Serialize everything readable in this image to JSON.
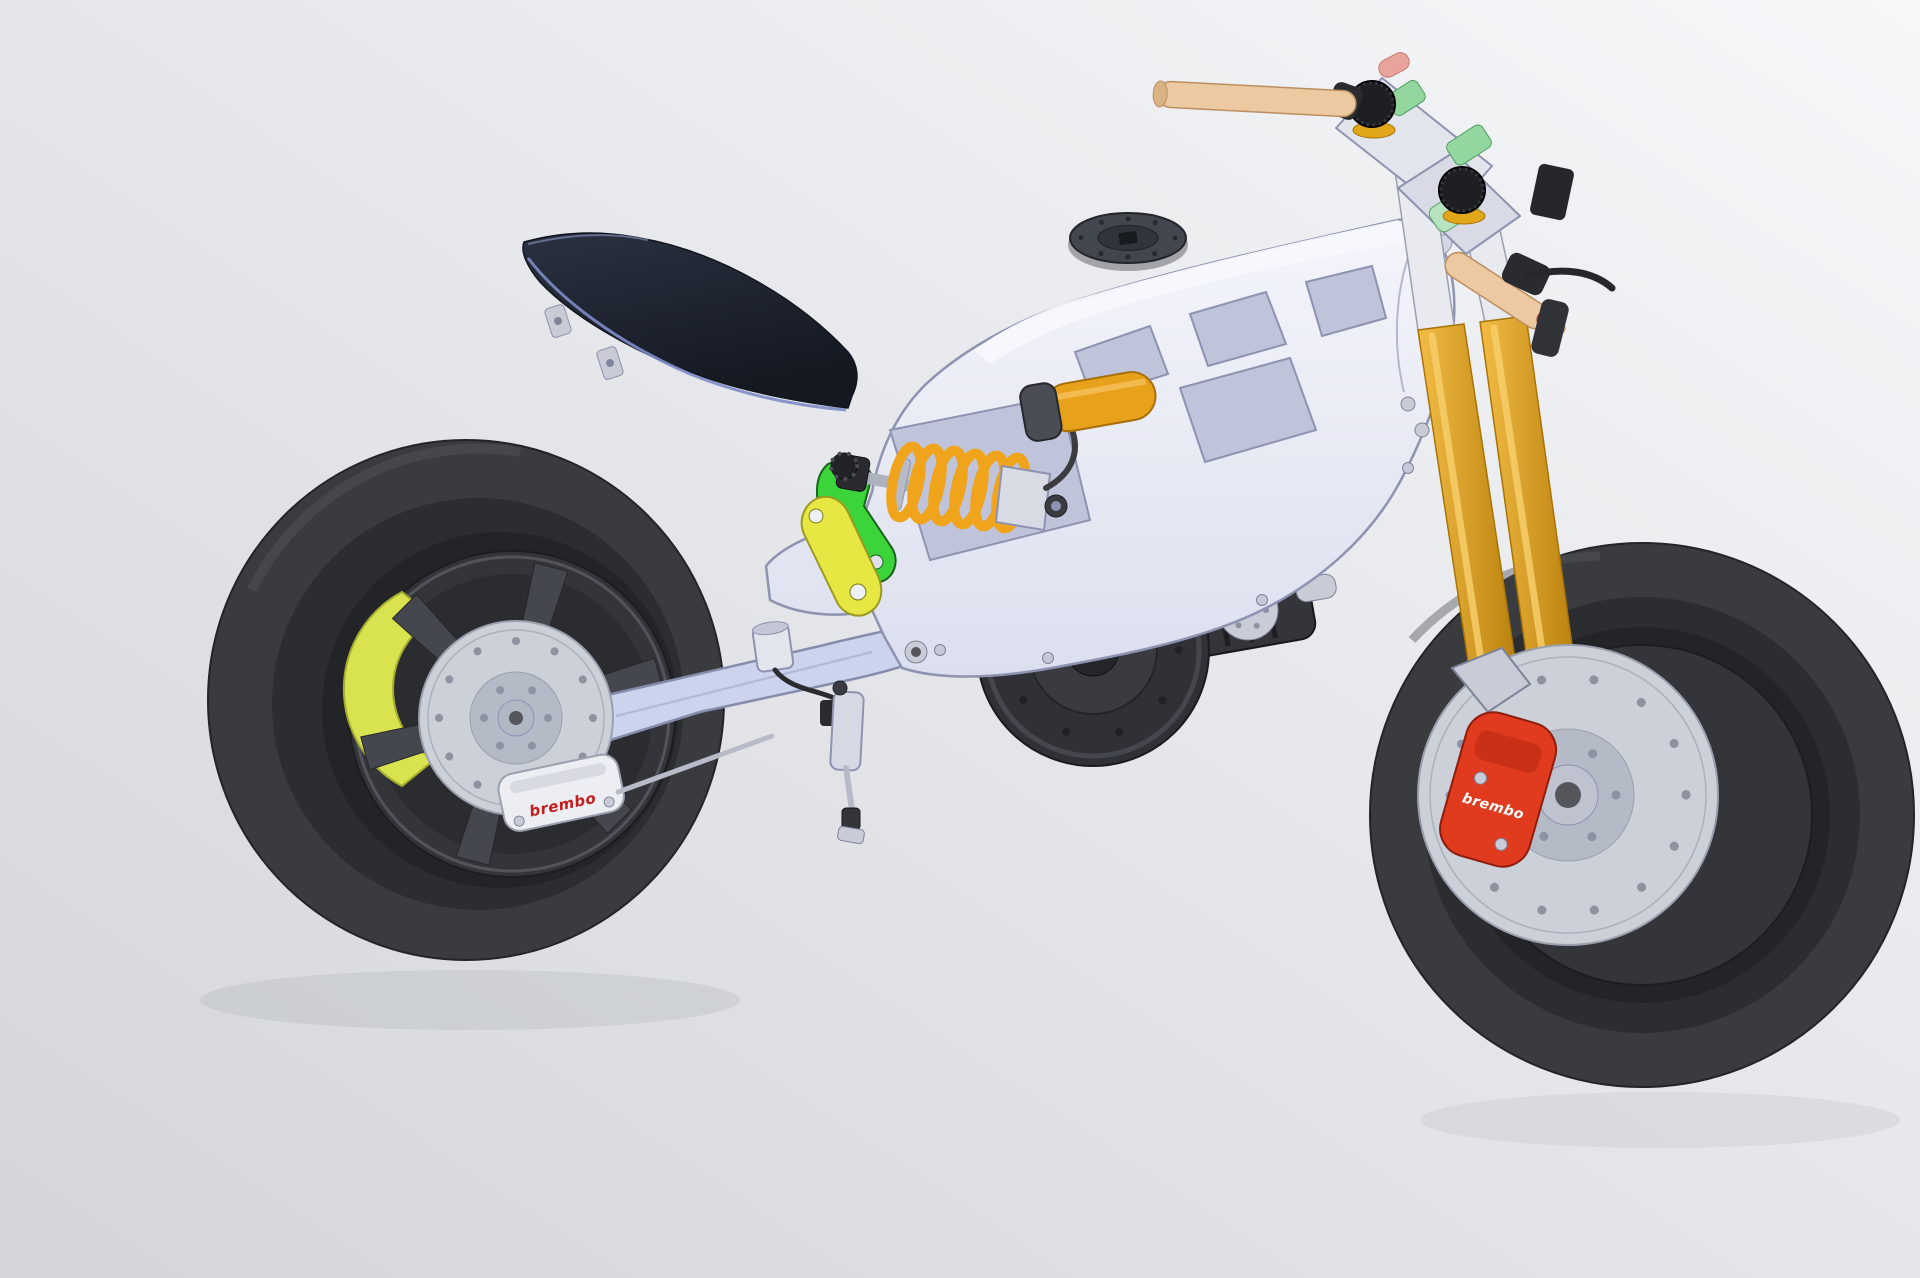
{
  "scene": {
    "type": "3d-cad-render",
    "subject": "motorcycle chassis assembly with floating seat (exploded view)"
  },
  "labels": {
    "rear_caliper_brand": "brembo",
    "front_caliper_brand": "brembo"
  },
  "palette": {
    "bg_top": "#f6f7f9",
    "bg_bottom": "#d3d5da",
    "tire": "#3a3b3e",
    "tire_inner": "#2c2d30",
    "tire_highlight": "#57595e",
    "rim": "#33353a",
    "rim_lip": "#5a5d64",
    "spoke": "#45474e",
    "hub": "#26272b",
    "sprocket": "#d9e24f",
    "disc": "#ccd0d9",
    "disc_carrier": "#b5bac7",
    "disc_hole": "#8f93a1",
    "caliper_ivory": "#eceef3",
    "brembo_red": "#c41f1f",
    "caliper_front_red": "#e03a1f",
    "caliper_front_text": "#ffffff",
    "swingarm": "#ccd3ed",
    "swingarm_edge": "#868cab",
    "frame_fill_top": "#f4f5fb",
    "frame_fill_bottom": "#dcdfee",
    "frame_face": "#f7f8fd",
    "frame_edge": "#8d93b0",
    "frame_cutout": "#bfc4da",
    "frame_shadow": "#d6d9ea",
    "seat_top": "#2a3140",
    "seat_bottom": "#141821",
    "seat_edge": "#7d8cc8",
    "shock_spring": "#f0a41c",
    "shock_body": "#d9dbe4",
    "shock_shaft": "#aeb2bf",
    "black_part": "#2a2b2f",
    "reservoir": "#e8a11b",
    "reservoir_cap": "#4a4d55",
    "link_green": "#3bd43b",
    "link_yellow": "#e7e743",
    "motor": "#2f3136",
    "motor_face": "#393b41",
    "motor_dark": "#202125",
    "fork_gold": "#e2a61a",
    "fork_gold_light": "#f2bc45",
    "fork_gold_dark": "#b97f0c",
    "fork_silver": "#e3e5ec",
    "handlebar": "#ecc9a0",
    "handlebar_edge": "#bb8f60",
    "clamp_green": "#93d6a0",
    "grip_pink": "#e8a49c",
    "metal": "#c9ccd6",
    "metal_edge": "#7e8499"
  },
  "parts": [
    "rear-wheel",
    "rear-sprocket",
    "rear-brake-disc",
    "rear-brake-caliper",
    "swingarm",
    "rear-master-cylinder",
    "main-frame",
    "fuel-filler-cap",
    "rear-shock-absorber",
    "shock-reservoir",
    "suspension-rocker",
    "suspension-link",
    "electric-motor",
    "front-fork",
    "triple-clamp",
    "handlebar",
    "front-wheel",
    "front-brake-disc",
    "front-brake-caliper",
    "seat"
  ]
}
